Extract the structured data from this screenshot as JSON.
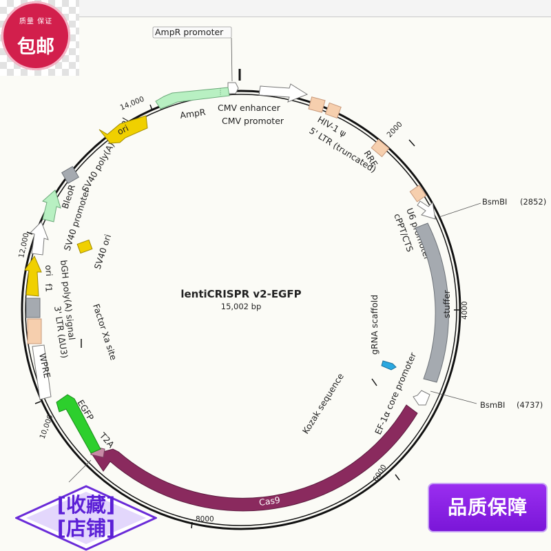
{
  "plasmid": {
    "name": "lentiCRISPR v2-EGFP",
    "size_label": "15,002 bp"
  },
  "ticks": {
    "t2000": "2000",
    "t4000": "4000",
    "t6000": "6000",
    "t8000": "8000",
    "t10000": "10,000",
    "t12000": "12,000",
    "t14000": "14,000"
  },
  "features": {
    "ampr_promoter": "AmpR promoter",
    "ampr": "AmpR",
    "cmv_enhancer": "CMV enhancer",
    "cmv_promoter": "CMV promoter",
    "hiv_psi": "HIV-1 ψ",
    "ltr5": "5' LTR (truncated)",
    "rre": "RRE",
    "u6_promoter": "U6 promoter",
    "cppt": "cPPT/CTS",
    "stuffer": "stuffer",
    "grna": "gRNA scaffold",
    "ef1a": "EF-1α core promoter",
    "kozak": "Kozak sequence",
    "cas9": "Cas9",
    "t2a": "T2A",
    "egfp": "EGFP",
    "wpre": "WPRE",
    "ltr3": "3' LTR (ΔU3)",
    "bgh": "bGH poly(A) signal",
    "f1ori": "f1",
    "f1ori2": "ori",
    "factor_xa": "Factor Xa site",
    "sv40ori": "SV40 ori",
    "sv40prom": "SV40 promoter",
    "bleor": "BleoR",
    "sv40polya": "SV40 poly(A) signal",
    "ori": "ori"
  },
  "sites": {
    "bsmbi1": "BsmBI",
    "bsmbi1_pos": "(2852)",
    "bsmbi2": "BsmBI",
    "bsmbi2_pos": "(4737)"
  },
  "promo": {
    "badge_small": "质量  保证",
    "badge_big": "包邮",
    "left_line1": "[收藏]",
    "left_line2": "[店铺]",
    "right": "品质保障"
  },
  "colors": {
    "cas9": "#8a2a5e",
    "egfp": "#2dcf2d",
    "stuffer": "#a5aab0",
    "ori_yellow": "#f0d000",
    "ltr_peach": "#f6cfae",
    "resistance_green": "#b8f0c2",
    "grna_blue": "#2aa8e0"
  }
}
